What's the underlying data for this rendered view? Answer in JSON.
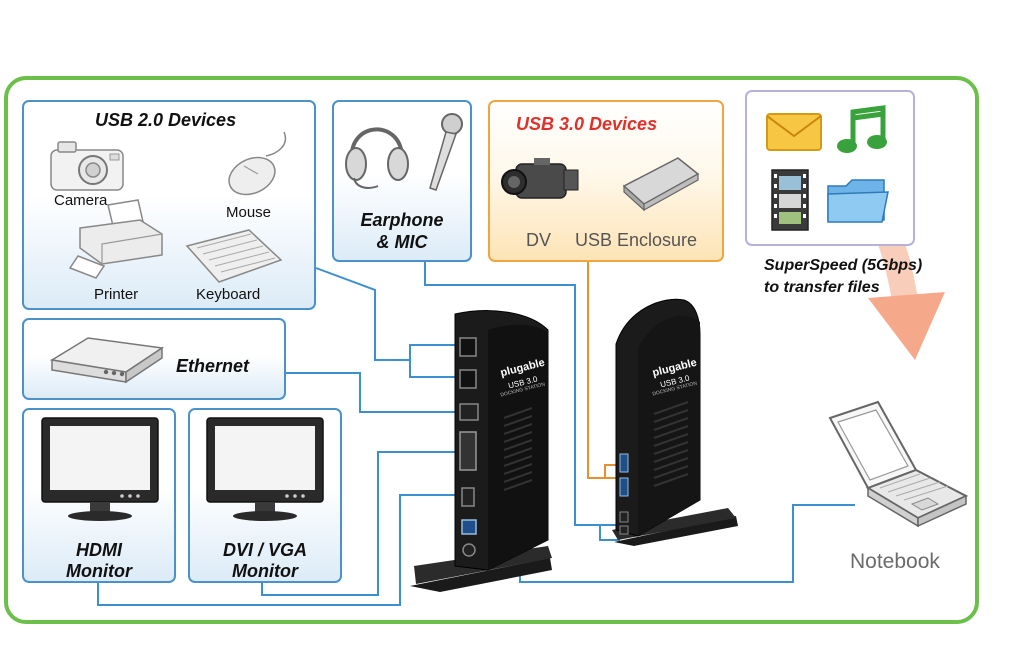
{
  "colors": {
    "frame": "#6cc04a",
    "device_box": "#4a92c8",
    "usb3_box": "#f0a640",
    "usb3_text": "#e0302b",
    "superspeed_arrow": "#f7a98a",
    "file_box": "#b7b1d8"
  },
  "usb2": {
    "title": "USB 2.0 Devices",
    "camera": "Camera",
    "mouse": "Mouse",
    "printer": "Printer",
    "keyboard": "Keyboard"
  },
  "earphone": {
    "line1": "Earphone",
    "line2": "& MIC"
  },
  "usb3": {
    "title": "USB 3.0 Devices",
    "dv": "DV",
    "enclosure": "USB Enclosure"
  },
  "files": {
    "icons": [
      "envelope-icon",
      "music-note-icon",
      "film-icon",
      "folder-icon"
    ],
    "superspeed_line1": "SuperSpeed (5Gbps)",
    "superspeed_line2": "to transfer files"
  },
  "ethernet": {
    "label": "Ethernet"
  },
  "hdmi_monitor": {
    "line1": "HDMI",
    "line2": "Monitor"
  },
  "dvi_monitor": {
    "line1": "DVI / VGA",
    "line2": "Monitor"
  },
  "dock": {
    "brand": "plugable",
    "model": "USB 3.0",
    "subtitle": "DOCKING STATION"
  },
  "notebook": {
    "label": "Notebook"
  }
}
